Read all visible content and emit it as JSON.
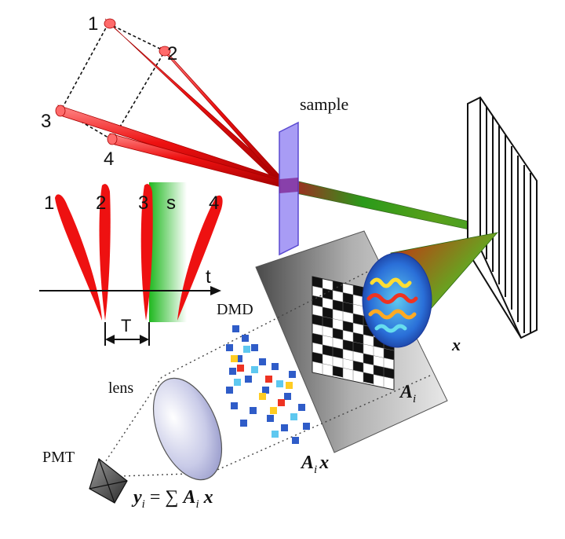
{
  "labels": {
    "beam_1": "1",
    "beam_2": "2",
    "beam_3": "3",
    "beam_4": "4",
    "sample": "sample",
    "pulse_1": "1",
    "pulse_2": "2",
    "pulse_3": "3",
    "pulse_4": "4",
    "signal": "s",
    "time": "t",
    "period": "T",
    "dmd": "DMD",
    "lens": "lens",
    "pmt": "PMT",
    "x_bold": "x",
    "a_i": "A",
    "a_i_sub": "i",
    "a_i_x_a": "A",
    "a_i_x_sub": "i",
    "a_i_x_x": "x",
    "eq_y": "y",
    "eq_sub": "i",
    "eq_rest": " = ∑ ",
    "eq_a": "A",
    "eq_a_sub": "i",
    "eq_x": " x"
  },
  "colors": {
    "beam_red": "#ee1111",
    "signal_green": "#22bb22",
    "sample_violet": "#a89cf5",
    "dmd_gray": "#9a9a9a",
    "lens_blue": "#c8cae6"
  }
}
